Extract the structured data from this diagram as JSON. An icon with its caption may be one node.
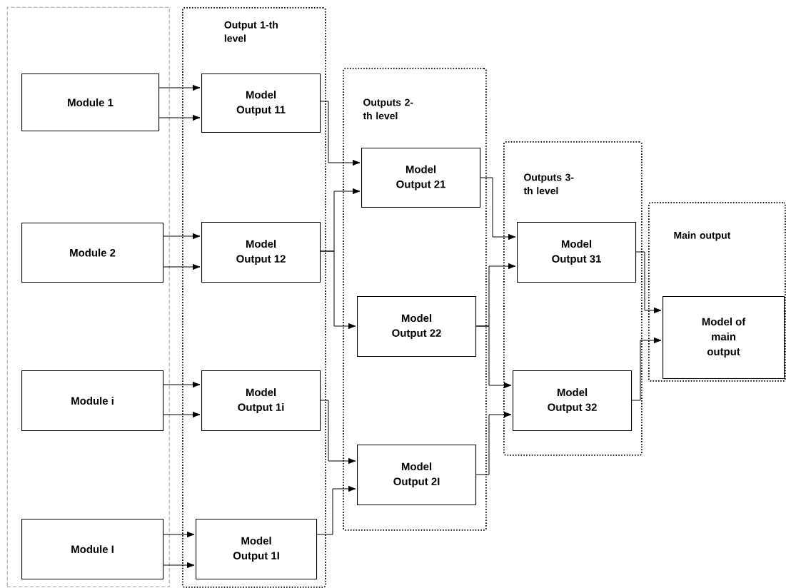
{
  "diagram": {
    "nodes": [
      {
        "text": [],
        "shape": "box"
      },
      {
        "text": [
          "Module 1"
        ],
        "in": 0
      },
      {
        "text": [
          "Module 2"
        ],
        "in": 0
      },
      {
        "text": [
          "Module i"
        ],
        "in": 0
      },
      {
        "text": [
          "Module I"
        ],
        "in": 0
      },
      {
        "text": [
          "Output 1-th level"
        ]
      },
      {
        "text": [
          "Model Output 11"
        ],
        "in": 5
      },
      {
        "text": [
          "Model Output 12"
        ],
        "in": 5
      },
      {
        "text": [
          "Model Output 1i"
        ],
        "in": 5
      },
      {
        "text": [
          "Model Output 1I"
        ],
        "in": 5
      },
      {
        "text": [
          "Outputs 2-th level"
        ]
      },
      {
        "text": [
          "Model Output 21"
        ],
        "in": 10
      },
      {
        "text": [
          "Model Output 22"
        ],
        "in": 10
      },
      {
        "text": [
          "Model Output 2I"
        ],
        "in": 10
      },
      {
        "text": [
          "Outputs 3-th level"
        ]
      },
      {
        "text": [
          "Model Output 31"
        ],
        "in": 14
      },
      {
        "text": [
          "Model Output 32"
        ],
        "in": 14
      },
      {
        "text": [
          "Main output"
        ]
      },
      {
        "text": [
          "Model of main output"
        ],
        "in": 17
      }
    ],
    "edges": [
      {
        "from": 1,
        "to": 6,
        "arrow": "to"
      },
      {
        "from": 1,
        "to": 6,
        "arrow": "to"
      },
      {
        "from": 2,
        "to": 7,
        "arrow": "to"
      },
      {
        "from": 2,
        "to": 7,
        "arrow": "to"
      },
      {
        "from": 3,
        "to": 8,
        "arrow": "to"
      },
      {
        "from": 3,
        "to": 8,
        "arrow": "to"
      },
      {
        "from": 4,
        "to": 9,
        "arrow": "to"
      },
      {
        "from": 4,
        "to": 9,
        "arrow": "to"
      },
      {
        "from": 6,
        "to": 11,
        "arrow": "to"
      },
      {
        "from": 7,
        "to": 11,
        "arrow": "to"
      },
      {
        "from": 7,
        "to": 12,
        "arrow": "to"
      },
      {
        "from": 8,
        "to": 13,
        "arrow": "to"
      },
      {
        "from": 9,
        "to": 13,
        "arrow": "to"
      },
      {
        "from": 11,
        "to": 15,
        "arrow": "to"
      },
      {
        "from": 12,
        "to": 15,
        "arrow": "to"
      },
      {
        "from": 12,
        "to": 16,
        "arrow": "to"
      },
      {
        "from": 13,
        "to": 16,
        "arrow": "to"
      },
      {
        "from": 15,
        "to": 18,
        "arrow": "to"
      },
      {
        "from": 16,
        "to": 18,
        "arrow": "to"
      }
    ]
  }
}
